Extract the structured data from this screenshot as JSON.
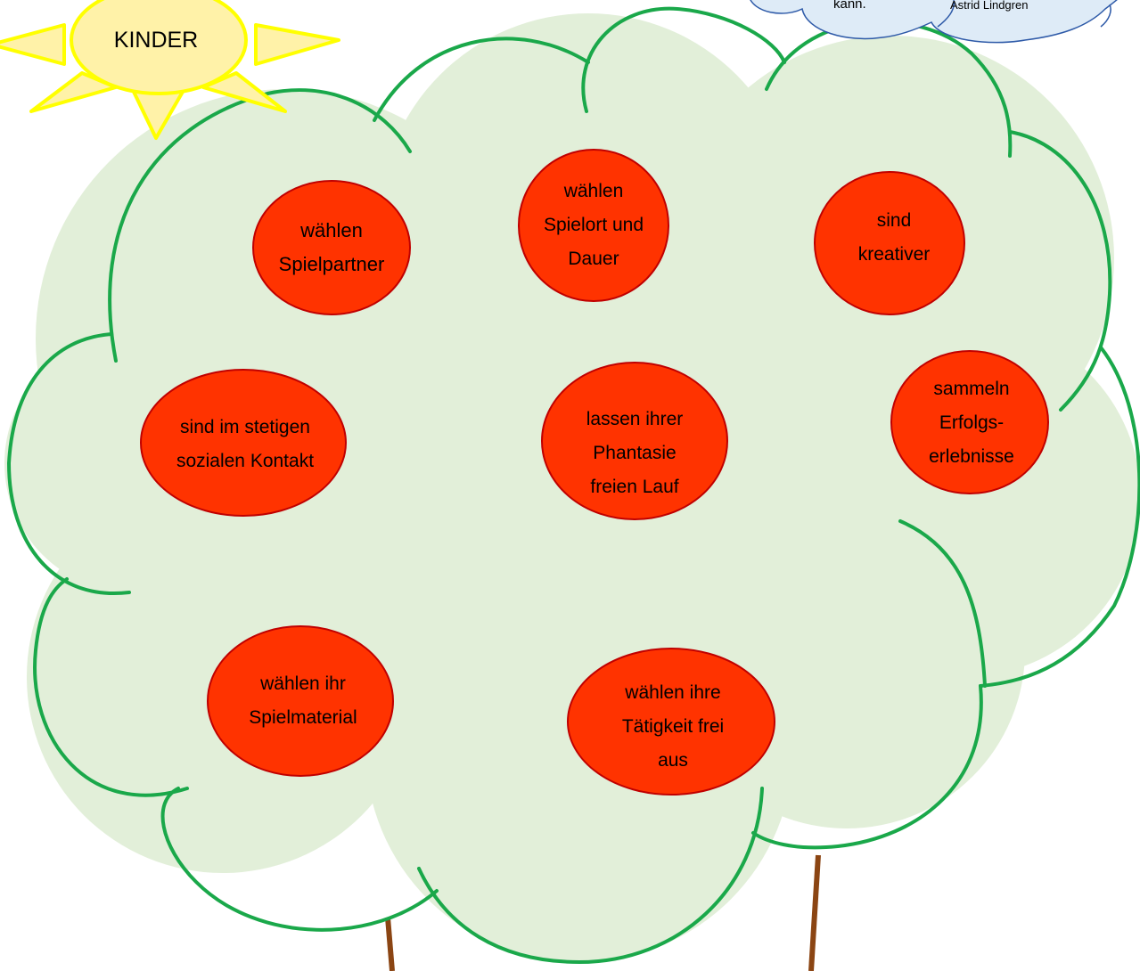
{
  "sun": {
    "label": "KINDER"
  },
  "quote": {
    "tail": "kann.",
    "author": "Astrid Lindgren"
  },
  "apples": [
    {
      "id": "spielpartner",
      "text": "wählen\nSpielpartner"
    },
    {
      "id": "spielort",
      "text": "wählen\nSpielort und\nDauer"
    },
    {
      "id": "kreativer",
      "text": "sind\nkreativer"
    },
    {
      "id": "sozialer-kontakt",
      "text": "sind im stetigen\nsozialen Kontakt"
    },
    {
      "id": "phantasie",
      "text": "lassen ihrer\nPhantasie\nfreien Lauf"
    },
    {
      "id": "erfolgserlebnisse",
      "text": "sammeln\nErfolgs-\nerlebnisse"
    },
    {
      "id": "spielmaterial",
      "text": "wählen ihr\nSpielmaterial"
    },
    {
      "id": "taetigkeit",
      "text": "wählen ihre\nTätigkeit frei\naus"
    }
  ],
  "colors": {
    "crown_fill": "#e2efd9",
    "crown_outline": "#1aa84a",
    "apple_fill": "#ff3300",
    "apple_outline": "#c00000",
    "sun_fill": "#fff2a8",
    "sun_outline": "#ffff00",
    "cloud_fill": "#deebf7",
    "cloud_outline": "#2e5aa8",
    "trunk": "#8b4513"
  }
}
